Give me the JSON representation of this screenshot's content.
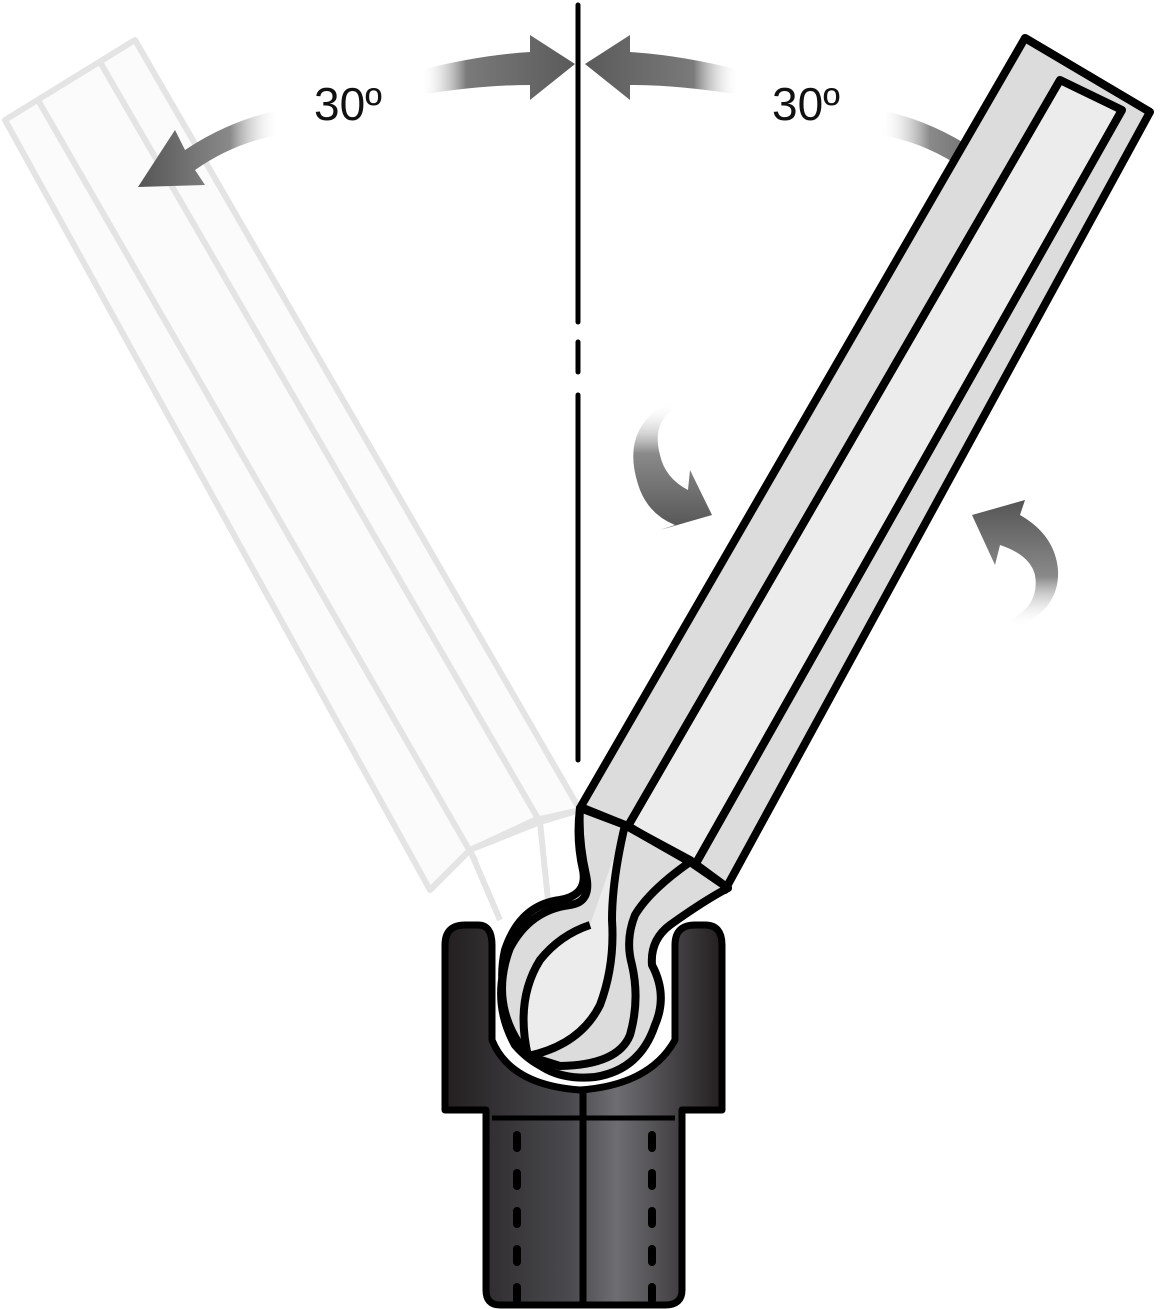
{
  "diagram": {
    "subject": "ball-end hex key pivoting in socket",
    "labels": {
      "left_angle": "30º",
      "right_angle": "30º"
    },
    "elements": [
      {
        "name": "center-axis-line",
        "style": "solid then dashed vertical"
      },
      {
        "name": "ghost-hex-key-left",
        "style": "faded, tilted 30° left"
      },
      {
        "name": "hex-key-right",
        "style": "solid outline, tilted 30° right"
      },
      {
        "name": "ball-end",
        "style": "ball head seated in socket"
      },
      {
        "name": "socket",
        "style": "dark gradient cup with shank"
      },
      {
        "name": "arrow-left-outward",
        "direction": "from center to left"
      },
      {
        "name": "arrow-left-inward",
        "direction": "toward center axis"
      },
      {
        "name": "arrow-right-inward",
        "direction": "toward center axis"
      },
      {
        "name": "arrow-right-outward",
        "direction": "from center to right"
      },
      {
        "name": "rotation-arrow-clockwise",
        "direction": "curved, down-right"
      },
      {
        "name": "rotation-arrow-counterclockwise",
        "direction": "curved, up-left"
      }
    ],
    "colors": {
      "outline": "#000000",
      "shaft_face_light": "#ececec",
      "shaft_face_mid": "#dcdcdc",
      "ghost": "#e4e4e4",
      "arrow": "#5a5a5a",
      "socket_dark": "#231f20",
      "socket_mid": "#6a6a6e"
    }
  }
}
